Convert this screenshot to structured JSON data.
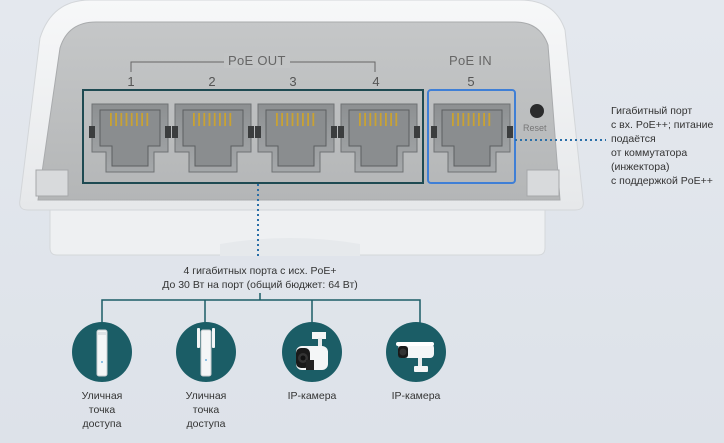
{
  "device": {
    "poe_out_label": "PoE OUT",
    "poe_in_label": "PoE IN",
    "reset_label": "Reset",
    "ports": [
      "1",
      "2",
      "3",
      "4",
      "5"
    ]
  },
  "annotations": {
    "poe_in_desc": [
      "Гигабитный порт",
      "с вх. PoE++; питание",
      "подаётся",
      "от коммутатора",
      "(инжектора)",
      "с поддержкой PoE++"
    ],
    "poe_out_desc": [
      "4 гигабитных порта с исх. PoE+",
      "До 30 Вт на порт (общий бюджет: 64 Вт)"
    ]
  },
  "devices": [
    {
      "label": [
        "Уличная",
        "точка",
        "доступа"
      ],
      "icon": "outdoor-access-point-icon"
    },
    {
      "label": [
        "Уличная",
        "точка",
        "доступа"
      ],
      "icon": "outdoor-antenna-access-point-icon"
    },
    {
      "label": [
        "IP-камера"
      ],
      "icon": "ptz-camera-icon"
    },
    {
      "label": [
        "IP-камера"
      ],
      "icon": "bullet-camera-icon"
    }
  ],
  "colors": {
    "accent_teal": "#1b5d66",
    "poe_in_highlight": "#3f7fd6",
    "dotted_line": "#2a6fa8"
  }
}
